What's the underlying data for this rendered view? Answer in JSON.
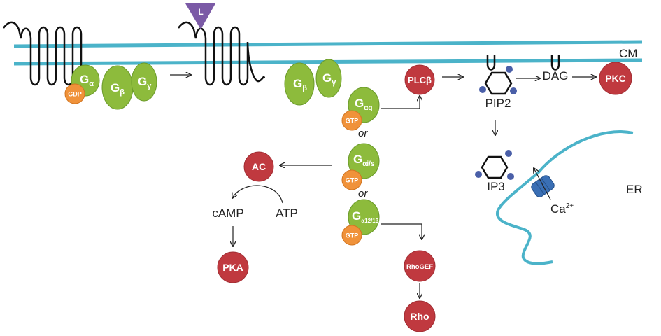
{
  "labels": {
    "ligand": "L",
    "membrane": "CM",
    "er": "ER",
    "or1": "or",
    "or2": "or",
    "camp": "cAMP",
    "atp": "ATP",
    "pip2": "PIP2",
    "dag": "DAG",
    "ip3": "IP3",
    "ca": "Ca",
    "ca_charge": "2+"
  },
  "nodes": {
    "plcb": "PLCβ",
    "pkc": "PKC",
    "ac": "AC",
    "pka": "PKA",
    "rhogef": "RhoGEF",
    "rho": "Rho"
  },
  "gproteins": {
    "inactive": {
      "alpha": "G",
      "alpha_sub": "α",
      "beta": "G",
      "beta_sub": "β",
      "gamma": "G",
      "gamma_sub": "γ",
      "nucleotide": "GDP"
    },
    "dissociated": {
      "beta": "G",
      "beta_sub": "β",
      "gamma": "G",
      "gamma_sub": "γ"
    },
    "gaq": {
      "label": "G",
      "sub": "αq",
      "nucleotide": "GTP"
    },
    "gais": {
      "label": "G",
      "sub": "αi/s",
      "nucleotide": "GTP"
    },
    "ga1213": {
      "label": "G",
      "sub": "α12/13",
      "nucleotide": "GTP"
    }
  },
  "colors": {
    "membrane": "#4bb3c9",
    "green": "#8dbb3c",
    "orange": "#f0923a",
    "red": "#c0393f",
    "ligand": "#7b5aa6",
    "receptor": "#111111"
  }
}
